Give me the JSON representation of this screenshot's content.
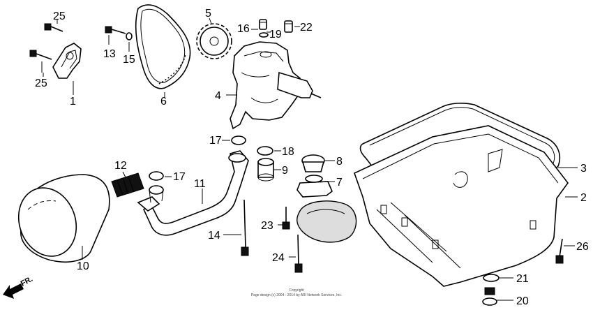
{
  "callouts": {
    "c1": "1",
    "c2": "2",
    "c3": "3",
    "c4": "4",
    "c5": "5",
    "c6": "6",
    "c7": "7",
    "c8": "8",
    "c9": "9",
    "c10": "10",
    "c11": "11",
    "c12": "12",
    "c13": "13",
    "c14": "14",
    "c15": "15",
    "c16": "16",
    "c17a": "17",
    "c17b": "17",
    "c18": "18",
    "c19": "19",
    "c20": "20",
    "c21": "21",
    "c22": "22",
    "c23": "23",
    "c24": "24",
    "c25a": "25",
    "c25b": "25",
    "c26": "26"
  },
  "direction_label": "FR.",
  "copyright": {
    "line1": "Copyright",
    "line2": "Page design (c) 2004 - 2014 by ARI Network Services, Inc."
  }
}
